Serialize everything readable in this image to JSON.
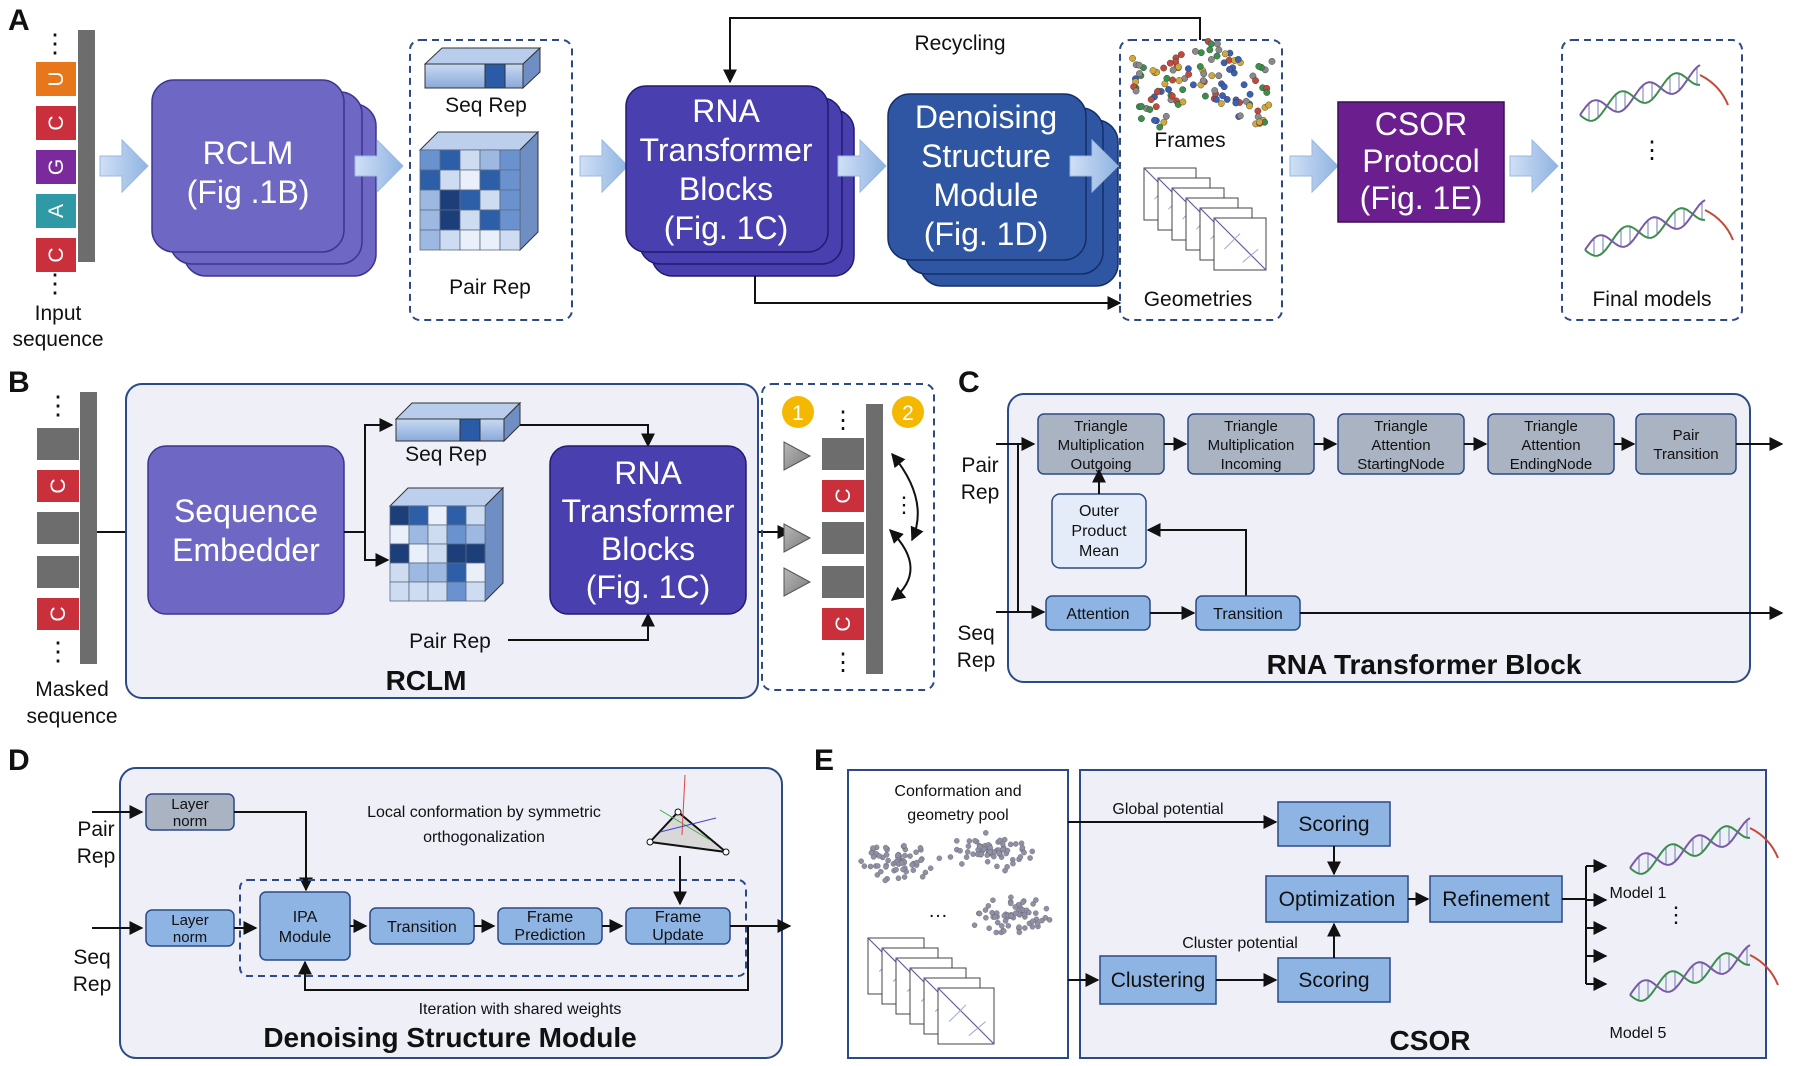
{
  "panels": {
    "a": {
      "letter": "A",
      "input_sequence": [
        "Input",
        "sequence"
      ],
      "nucleotides": [
        "U",
        "C",
        "G",
        "A",
        "C"
      ],
      "rclm": [
        "RCLM",
        "(Fig .1B)"
      ],
      "seq_rep": "Seq Rep",
      "pair_rep": "Pair Rep",
      "transformer": [
        "RNA",
        "Transformer",
        "Blocks",
        "(Fig. 1C)"
      ],
      "recycling": "Recycling",
      "denoising": [
        "Denoising",
        "Structure",
        "Module",
        "(Fig. 1D)"
      ],
      "frames": "Frames",
      "geometries": "Geometries",
      "csor": [
        "CSOR",
        "Protocol",
        "(Fig. 1E)"
      ],
      "final_models": "Final models"
    },
    "b": {
      "letter": "B",
      "masked_sequence": [
        "Masked",
        "sequence"
      ],
      "nucleotides": [
        "C",
        "C"
      ],
      "embedder": [
        "Sequence",
        "Embedder"
      ],
      "seq_rep": "Seq Rep",
      "pair_rep": "Pair Rep",
      "transformer": [
        "RNA",
        "Transformer",
        "Blocks",
        "(Fig. 1C)"
      ],
      "title": "RCLM",
      "badge1": "1",
      "badge2": "2",
      "output_nucleotides": [
        "C",
        "C"
      ]
    },
    "c": {
      "letter": "C",
      "pair_rep": [
        "Pair",
        "Rep"
      ],
      "seq_rep": [
        "Seq",
        "Rep"
      ],
      "blocks": [
        [
          "Triangle",
          "Multiplication",
          "Outgoing"
        ],
        [
          "Triangle",
          "Multiplication",
          "Incoming"
        ],
        [
          "Triangle",
          "Attention",
          "StartingNode"
        ],
        [
          "Triangle",
          "Attention",
          "EndingNode"
        ],
        [
          "Pair",
          "Transition"
        ]
      ],
      "outer_product": [
        "Outer",
        "Product",
        "Mean"
      ],
      "attention": "Attention",
      "transition": "Transition",
      "title": "RNA Transformer Block"
    },
    "d": {
      "letter": "D",
      "pair_rep": [
        "Pair",
        "Rep"
      ],
      "seq_rep": [
        "Seq",
        "Rep"
      ],
      "layer_norm_1": [
        "Layer",
        "norm"
      ],
      "layer_norm_2": [
        "Layer",
        "norm"
      ],
      "local_conf": [
        "Local conformation by symmetric",
        "orthogonalization"
      ],
      "ipa": [
        "IPA",
        "Module"
      ],
      "transition": "Transition",
      "frame_prediction": [
        "Frame",
        "Prediction"
      ],
      "frame_update": [
        "Frame",
        "Update"
      ],
      "iteration": "Iteration with shared weights",
      "title": "Denoising Structure Module"
    },
    "e": {
      "letter": "E",
      "pool": [
        "Conformation and",
        "geometry pool"
      ],
      "global_potential": "Global potential",
      "cluster_potential": "Cluster potential",
      "scoring_top": "Scoring",
      "scoring_bottom": "Scoring",
      "optimization": "Optimization",
      "refinement": "Refinement",
      "clustering": "Clustering",
      "model1": "Model 1",
      "model5": "Model 5",
      "title": "CSOR"
    }
  },
  "colors": {
    "rclm_purple": "#6f67c4",
    "transformer_indigo": "#4a3fae",
    "denoise_blue": "#2f56a3",
    "csor_purple": "#6b1f8f",
    "light_blue_box": "#8eb4e3",
    "gray_box": "#a9b3c2",
    "panel_bg": "#eeeff7",
    "badge_yellow": "#f5b800",
    "nuc_red": "#c9303c",
    "nuc_orange": "#e8771c",
    "nuc_purple": "#7b2a9e",
    "nuc_teal": "#2f9aa6",
    "dashed": "#2c4a86"
  }
}
